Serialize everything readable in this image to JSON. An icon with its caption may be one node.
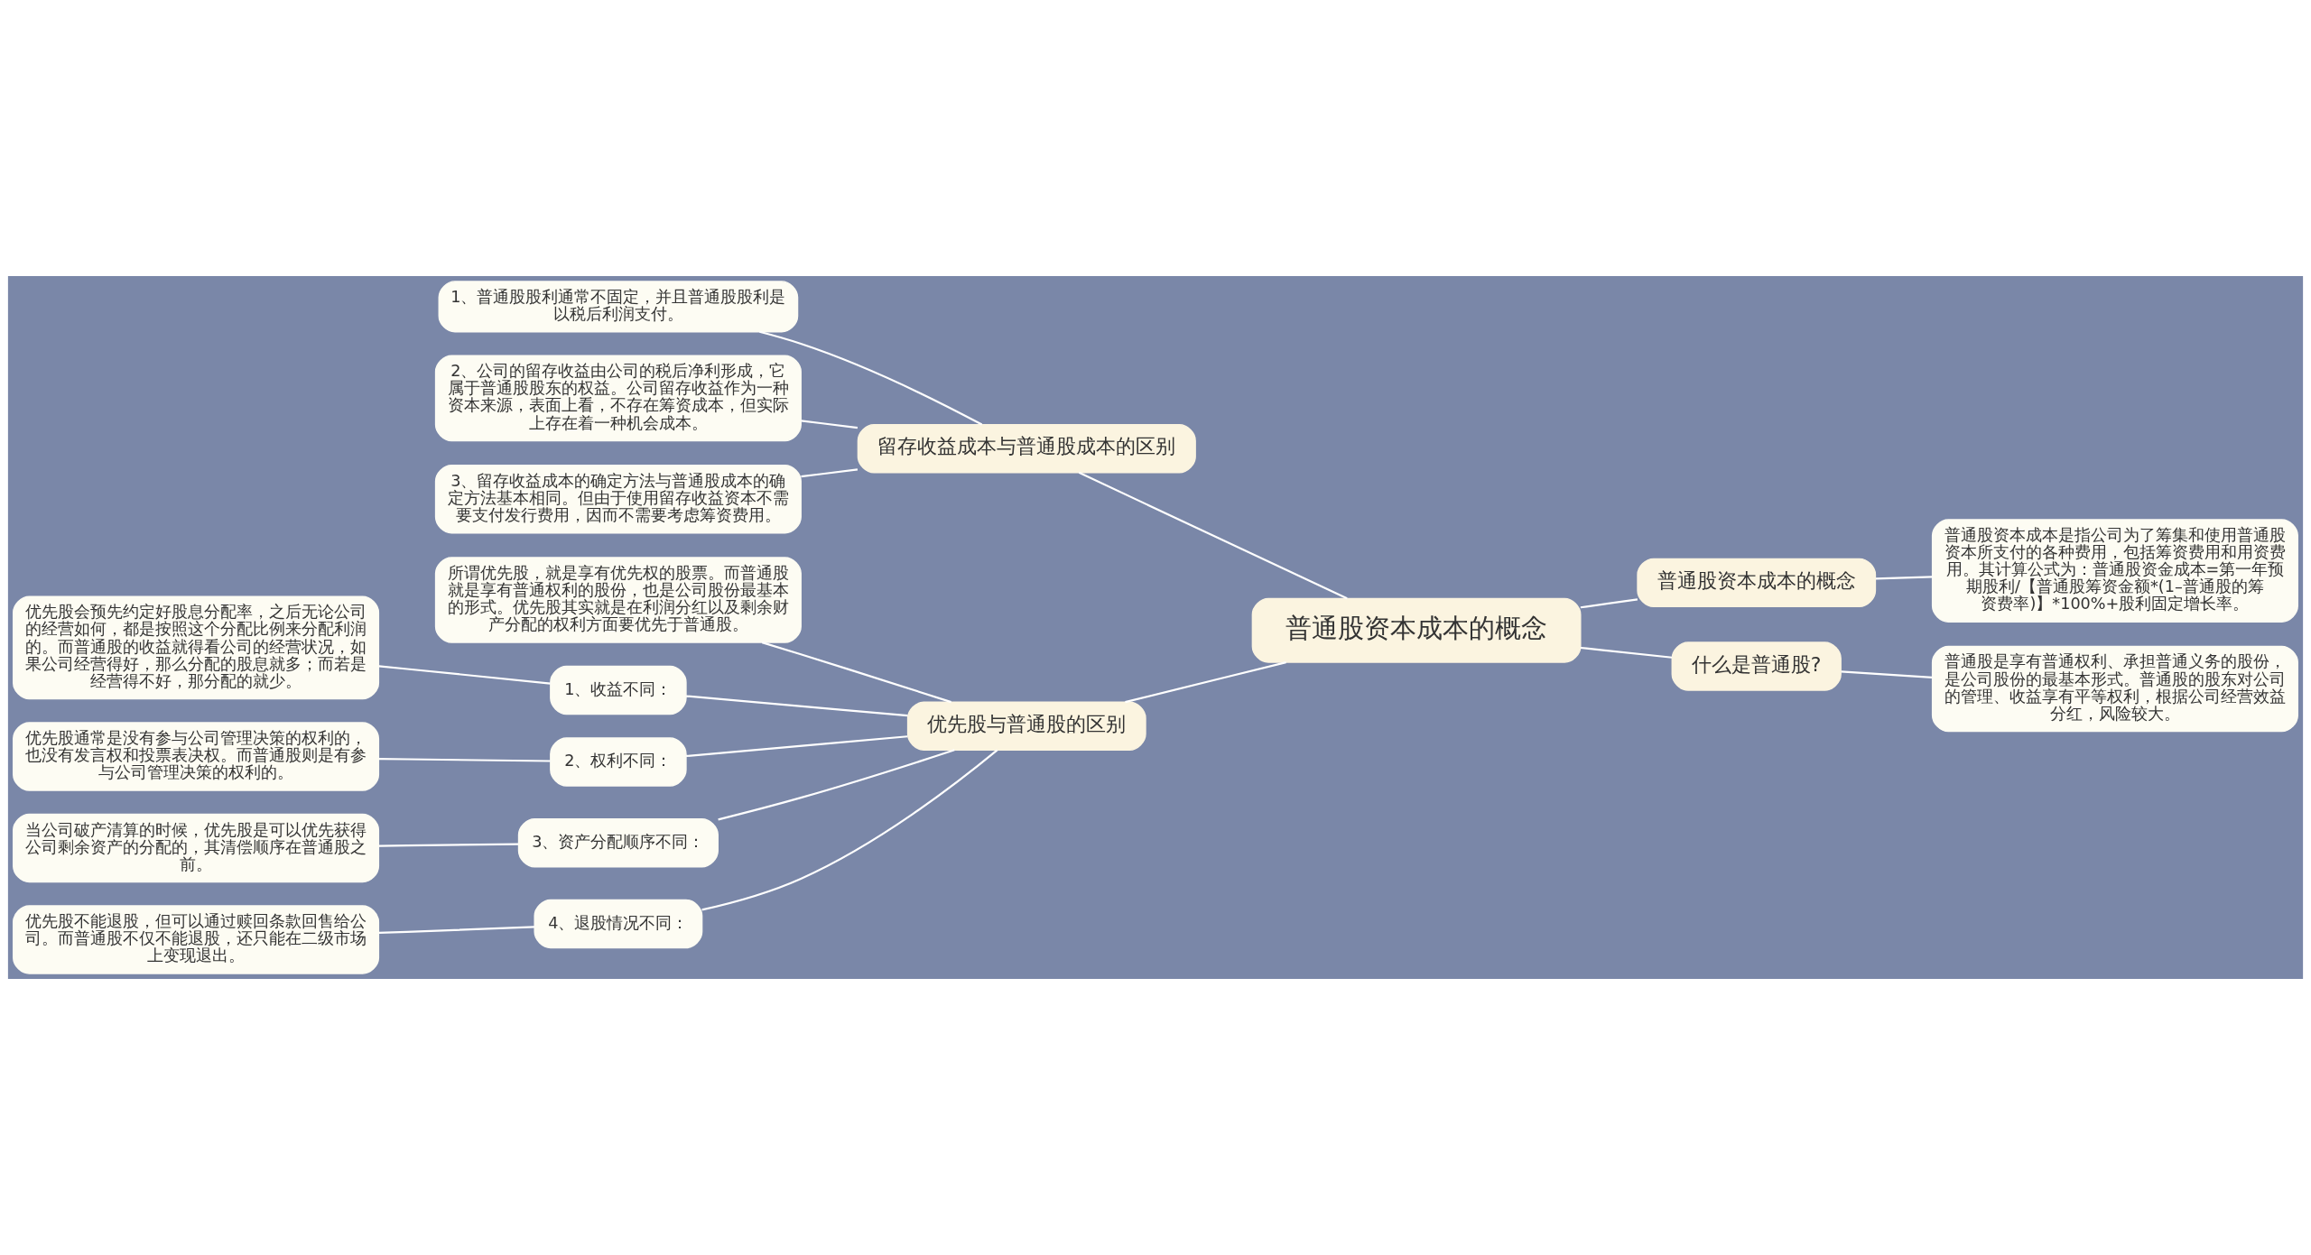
{
  "diagram": {
    "nodes": [
      {
        "text": [
          "普通股资本成本的概念"
        ]
      },
      {
        "text": [
          "留存收益成本与普通股成本的区别"
        ]
      },
      {
        "text": [
          "1、普通股股利通常不固定，并且普通股股利是以税后利润支付。"
        ]
      },
      {
        "text": [
          "2、公司的留存收益由公司的税后净利形成，它属于普通股股东的权益。公司留存收益作为一种资本来源，表面上看，不存在筹资成本，但实际上存在着一种机会成本。"
        ]
      },
      {
        "text": [
          "3、留存收益成本的确定方法与普通股成本的确定方法基本相同。但由于使用留存收益资本不需要支付发行费用，因而不需要考虑筹资费用。"
        ]
      },
      {
        "text": [
          "普通股资本成本的概念"
        ]
      },
      {
        "text": [
          "普通股资本成本是指公司为了筹集和使用普通股资本所支付的各种费用，包括筹资费用和用资费用。其计算公式为：普通股资金成本=第一年预期股利/【普通股筹资金额*(1–普通股的筹资费率)】*100%+股利固定增长率。"
        ]
      },
      {
        "text": [
          "什么是普通股?"
        ]
      },
      {
        "text": [
          "普通股是享有普通权利、承担普通义务的股份，是公司股份的最基本形式。普通股的股东对公司的管理、收益享有平等权利，根据公司经营效益分红，风险较大。"
        ]
      },
      {
        "text": [
          "优先股与普通股的区别"
        ]
      },
      {
        "text": [
          "所谓优先股，就是享有优先权的股票。而普通股就是享有普通权利的股份，也是公司股份最基本的形式。优先股其实就是在利润分红以及剩余财产分配的权利方面要优先于普通股。"
        ]
      },
      {
        "text": [
          "1、收益不同："
        ]
      },
      {
        "text": [
          "优先股会预先约定好股息分配率，之后无论公司的经营如何，都是按照这个分配比例来分配利润的。而普通股的收益就得看公司的经营状况，如果公司经营得好，那么分配的股息就多；而若是经营得不好，那分配的就少。"
        ]
      },
      {
        "text": [
          "2、权利不同："
        ]
      },
      {
        "text": [
          "优先股通常是没有参与公司管理决策的权利的，也没有发言权和投票表决权。而普通股则是有参与公司管理决策的权利的。"
        ]
      },
      {
        "text": [
          "3、资产分配顺序不同："
        ]
      },
      {
        "text": [
          "当公司破产清算的时候，优先股是可以优先获得公司剩余资产的分配的，其清偿顺序在普通股之前。"
        ]
      },
      {
        "text": [
          "4、退股情况不同："
        ]
      },
      {
        "text": [
          "优先股不能退股，但可以通过赎回条款回售给公司。而普通股不仅不能退股，还只能在二级市场上变现退出。"
        ]
      }
    ],
    "edges": [
      {
        "from": 0,
        "to": 1,
        "arrow": "none"
      },
      {
        "from": 1,
        "to": 2,
        "arrow": "none"
      },
      {
        "from": 1,
        "to": 3,
        "arrow": "none"
      },
      {
        "from": 1,
        "to": 4,
        "arrow": "none"
      },
      {
        "from": 0,
        "to": 5,
        "arrow": "none"
      },
      {
        "from": 5,
        "to": 6,
        "arrow": "none"
      },
      {
        "from": 0,
        "to": 7,
        "arrow": "none"
      },
      {
        "from": 7,
        "to": 8,
        "arrow": "none"
      },
      {
        "from": 0,
        "to": 9,
        "arrow": "none"
      },
      {
        "from": 9,
        "to": 10,
        "arrow": "none"
      },
      {
        "from": 9,
        "to": 11,
        "arrow": "none"
      },
      {
        "from": 11,
        "to": 12,
        "arrow": "none"
      },
      {
        "from": 9,
        "to": 13,
        "arrow": "none"
      },
      {
        "from": 13,
        "to": 14,
        "arrow": "none"
      },
      {
        "from": 9,
        "to": 15,
        "arrow": "none"
      },
      {
        "from": 15,
        "to": 16,
        "arrow": "none"
      },
      {
        "from": 9,
        "to": 17,
        "arrow": "none"
      },
      {
        "from": 17,
        "to": 18,
        "arrow": "none"
      }
    ]
  }
}
